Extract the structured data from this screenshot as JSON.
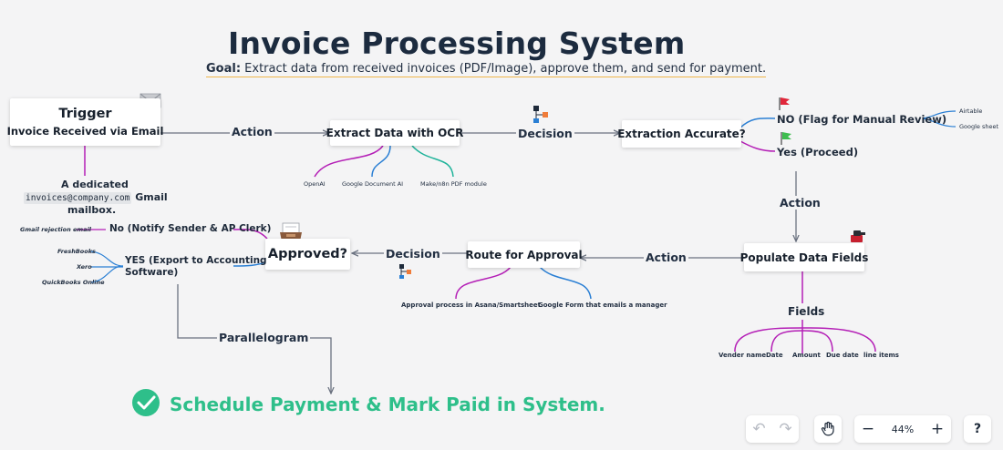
{
  "title": "Invoice Processing System",
  "goal": {
    "label": "Goal:",
    "text": "Extract data from received invoices (PDF/Image), approve them, and send for payment."
  },
  "nodes": {
    "trigger_title": "Trigger",
    "trigger_sub": "Invoice Received via Email",
    "extract": "Extract Data with OCR",
    "accurate": "Extraction Accurate?",
    "populate": "Populate Data Fields",
    "route": "Route for Approval",
    "approved": "Approved?"
  },
  "edge_labels": {
    "action1": "Action",
    "decision1": "Decision",
    "action2": "Action",
    "action3": "Action",
    "decision2": "Decision",
    "parallelogram": "Parallelogram"
  },
  "mailbox": {
    "line1": "A dedicated",
    "email": "invoices@company.com",
    "line2": "Gmail",
    "line3": "mailbox."
  },
  "ocr_tools": [
    "OpenAI",
    "Google Document AI",
    "Make/n8n PDF module"
  ],
  "accuracy": {
    "no": "NO (Flag for Manual Review)",
    "yes": "Yes (Proceed)",
    "review_tools": [
      "Airtable",
      "Google sheet"
    ]
  },
  "fields": {
    "title": "Fields",
    "items": [
      "Vender name",
      "Date",
      "Amount",
      "Due date",
      "line items"
    ]
  },
  "approval_tools": [
    "Approval process in Asana/Smartsheet",
    "Google Form that emails a manager"
  ],
  "approved_branches": {
    "no": "No (Notify Sender & AP Clerk)",
    "no_tool": "Gmail rejection email",
    "yes_line1": "YES (Export to Accounting",
    "yes_line2": "Software)",
    "yes_tools": [
      "FreshBooks",
      "Xero",
      "QuickBooks Online"
    ]
  },
  "final": "Schedule Payment & Mark Paid in System.",
  "toolbar": {
    "zoom": "44%",
    "help": "?",
    "undo": "↶",
    "redo": "↷",
    "zoom_out": "−",
    "zoom_in": "+"
  },
  "colors": {
    "connector": "#6b7280",
    "magenta": "#b41fb6",
    "blue": "#2a7fd4",
    "teal": "#1fb39a",
    "final_green": "#2ebf8a"
  }
}
